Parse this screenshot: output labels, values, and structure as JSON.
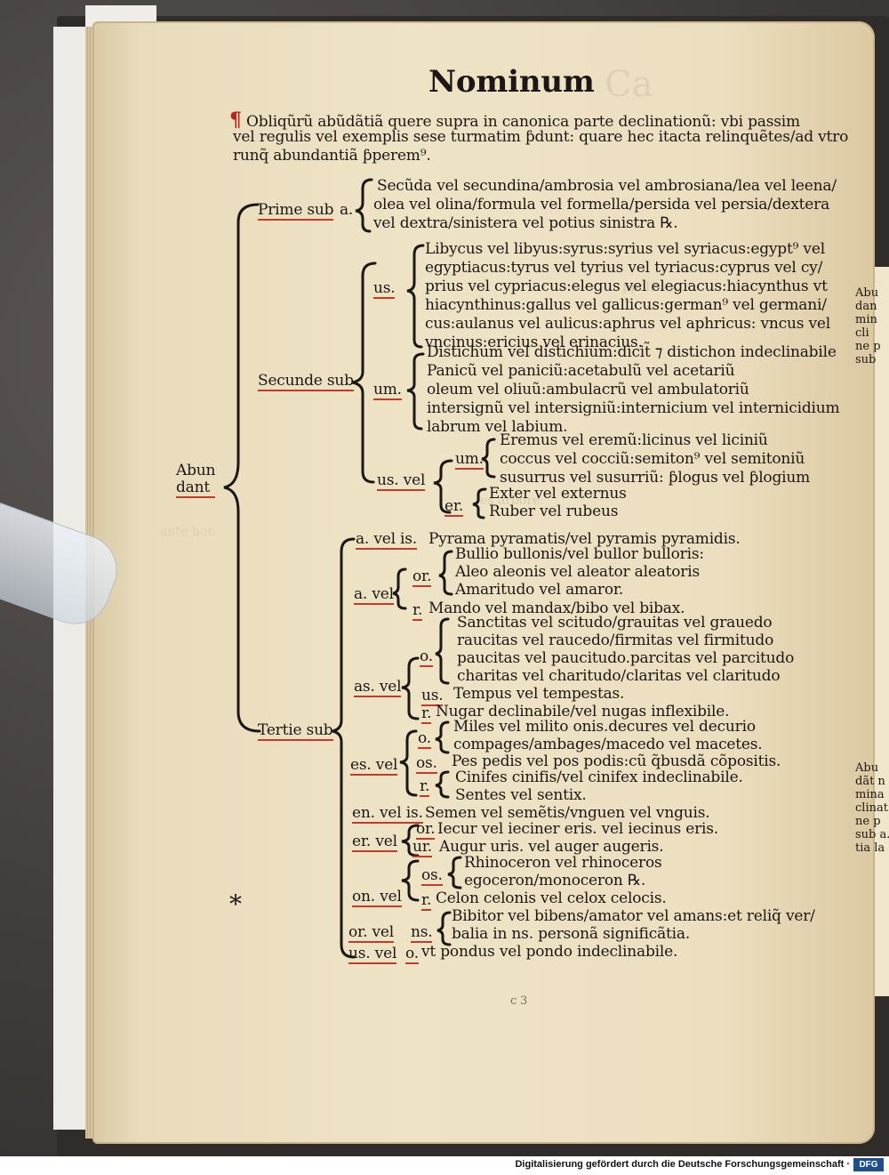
{
  "header": {
    "title": "Nominum"
  },
  "intro": [
    "Obliqũrũ abũdãtiã quere supra in canonica parte declinationũ: vbi passim",
    "vel regulis vel exemplis sese turmatim ƥdunt: quare hec itacta relinquẽtes/ad vtro",
    "runq̃ abundantiã ƥperem⁹."
  ],
  "root": {
    "label_line1": "Abun",
    "label_line2": "dant"
  },
  "prima": {
    "label": "Prime sub",
    "tag": "a.",
    "lines": [
      "Secũda vel secundina/ambrosia vel ambrosiana/lea vel leena/",
      "olea vel olina/formula vel formella/persida vel persia/dextera",
      "vel dextra/sinistera vel potius sinistra ℞."
    ]
  },
  "secunda": {
    "label": "Secunde sub",
    "us_tag": "us.",
    "us_lines": [
      "Libycus vel libyus:syrus:syrius vel syriacus:egypt⁹ vel",
      "egyptiacus:tyrus vel tyrius vel tyriacus:cyprus vel cy/",
      "prius vel cypriacus:elegus vel elegiacus:hiacynthus vt",
      "hiacynthinus:gallus vel gallicus:german⁹ vel germani/",
      "cus:aulanus vel aulicus:aphrus vel aphricus: vncus vel",
      "vncinus:ericius vel erinacius."
    ],
    "um_tag": "um.",
    "um_lines": [
      "Distichum vel distichium:dicit̃ ⁊ distichon indeclinabile",
      "Panicũ vel paniciũ:acetabulũ vel acetariũ",
      "oleum vel oliuũ:ambulacrũ vel ambulatoriũ",
      "intersignũ vel intersigniũ:internicium vel internicidium",
      "labrum vel labium."
    ],
    "usvel_tag": "us. vel",
    "usvel_um_tag": "um.",
    "usvel_um_lines": [
      "Eremus vel eremũ:licinus vel liciniũ",
      "coccus vel cocciũ:semiton⁹ vel semitoniũ",
      "susurrus vel susurriũ: ƥlogus vel ƥlogium"
    ],
    "usvel_er_tag": "er.",
    "usvel_er_lines": [
      "Exter vel externus",
      "Ruber vel rubeus"
    ]
  },
  "tertia": {
    "label": "Tertie sub",
    "avelis_tag": "a. vel is.",
    "avelis_line": "Pyrama pyramatis/vel pyramis pyramidis.",
    "avel_tag": "a. vel",
    "avel_o_tag": "or.",
    "avel_o_lines": [
      "Bullio bullonis/vel bullor bulloris:",
      "Aleo aleonis vel aleator aleatoris",
      "Amaritudo vel amaror."
    ],
    "avel_r_tag": "r.",
    "avel_r_line": "Mando vel mandax/bibo vel bibax.",
    "asvel_tag": "as. vel",
    "asvel_o_tag": "o.",
    "asvel_o_lines": [
      "Sanctitas vel scitudo/grauitas vel grauedo",
      "raucitas vel raucedo/firmitas vel firmitudo",
      "paucitas vel paucitudo.parcitas vel parcitudo",
      "charitas vel charitudo/claritas vel claritudo"
    ],
    "asvel_us_tag": "us.",
    "asvel_us_line": "Tempus vel tempestas.",
    "asvel_r_tag": "r.",
    "asvel_r_line": "Nugar declinabile/vel nugas inflexibile.",
    "esvel_tag": "es. vel",
    "esvel_o_tag": "o.",
    "esvel_o_lines": [
      "Miles vel milito onis.decures vel decurio",
      "compages/ambages/macedo vel macetes."
    ],
    "esvel_os_tag": "os.",
    "esvel_os_line": "Pes pedis vel pos podis:cũ q̃busdã cõpositis.",
    "esvel_r_tag": "r.",
    "esvel_r_lines": [
      "Cinifes cinifis/vel cinifex indeclinabile.",
      "Sentes vel sentix."
    ],
    "enis_tag": "en. vel is.",
    "enis_line": "Semen vel semẽtis/vnguen vel vnguis.",
    "ervel_tag": "er. vel",
    "ervel_or_tag": "or.",
    "ervel_or_line": "Iecur vel ieciner eris. vel iecinus eris.",
    "ervel_ur_tag": "ur.",
    "ervel_ur_line": "Augur uris. vel auger augeris.",
    "onvel_tag": "on. vel",
    "onvel_os_tag": "os.",
    "onvel_os_lines": [
      "Rhinoceron vel rhinoceros",
      "egoceron/monoceron ℞."
    ],
    "onvel_r_tag": "r.",
    "onvel_r_line": "Celon celonis vel celox celocis.",
    "orvel_tag": "or. vel",
    "orvel_ns_tag": "ns.",
    "orvel_ns_lines": [
      "Bibitor vel bibens/amator vel amans:et reliq̃ ver/",
      "balia in ns. personã significãtia."
    ],
    "usvel_tag": "us. vel",
    "usvel_o_tag": "o.",
    "usvel_o_line": "vt pondus vel pondo indeclinabile."
  },
  "marks": {
    "asterisk": "*",
    "signature": "c 3"
  },
  "margin_right_top": [
    "Abu",
    "dan",
    "min",
    "cli",
    "ne p",
    "sub"
  ],
  "margin_right_bottom": [
    "Abu",
    "dãt n",
    "mina",
    "clinat",
    "ne p",
    "sub a.",
    "tia la"
  ],
  "footer": {
    "text": "Digitalisierung gefördert durch die Deutsche Forschungsgemeinschaft ·",
    "logo": "DFG"
  }
}
